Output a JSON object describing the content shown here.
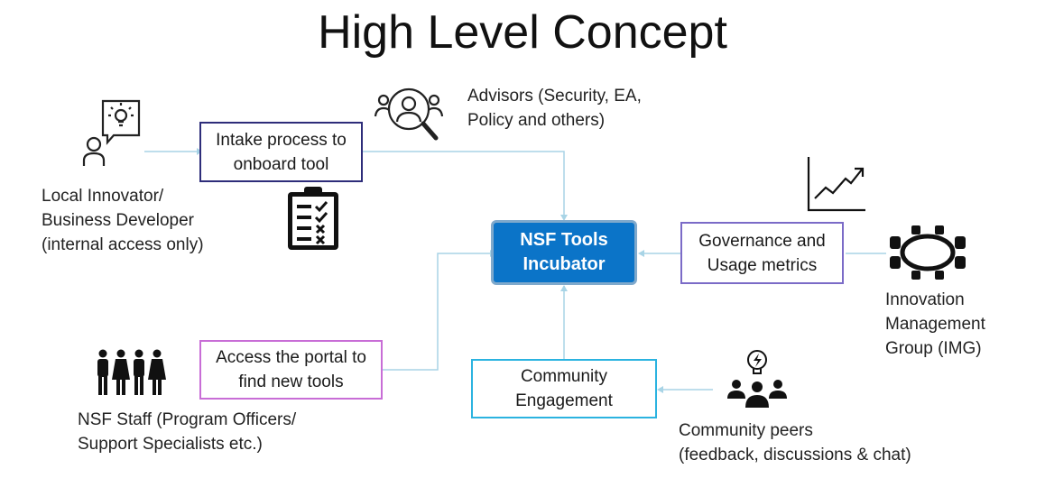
{
  "title": "High Level Concept",
  "hub": {
    "line1": "NSF Tools",
    "line2": "Incubator"
  },
  "boxes": {
    "intake": {
      "line1": "Intake process to",
      "line2": "onboard tool",
      "color": "#2e2d7a"
    },
    "governance": {
      "line1": "Governance and",
      "line2": "Usage metrics",
      "color": "#7b6bc7"
    },
    "access": {
      "line1": "Access the portal to",
      "line2": "find new tools",
      "color": "#c86dd6"
    },
    "community": {
      "line1": "Community",
      "line2": "Engagement",
      "color": "#2bb3e0"
    }
  },
  "labels": {
    "innovator": [
      "Local Innovator/",
      "Business Developer",
      "(internal access only)"
    ],
    "advisors": [
      "Advisors (Security, EA,",
      "Policy and others)"
    ],
    "img": [
      "Innovation",
      "Management",
      "Group (IMG)"
    ],
    "staff": [
      "NSF Staff (Program Officers/",
      "Support Specialists etc.)"
    ],
    "peers": [
      "Community peers",
      "(feedback, discussions & chat)"
    ]
  },
  "colors": {
    "connector": "#a8d4e6",
    "hub_fill": "#0b74c8"
  },
  "icons": [
    "innovator-idea-icon",
    "advisors-search-icon",
    "checklist-icon",
    "growth-chart-icon",
    "meeting-table-icon",
    "staff-group-icon",
    "community-peers-icon"
  ]
}
